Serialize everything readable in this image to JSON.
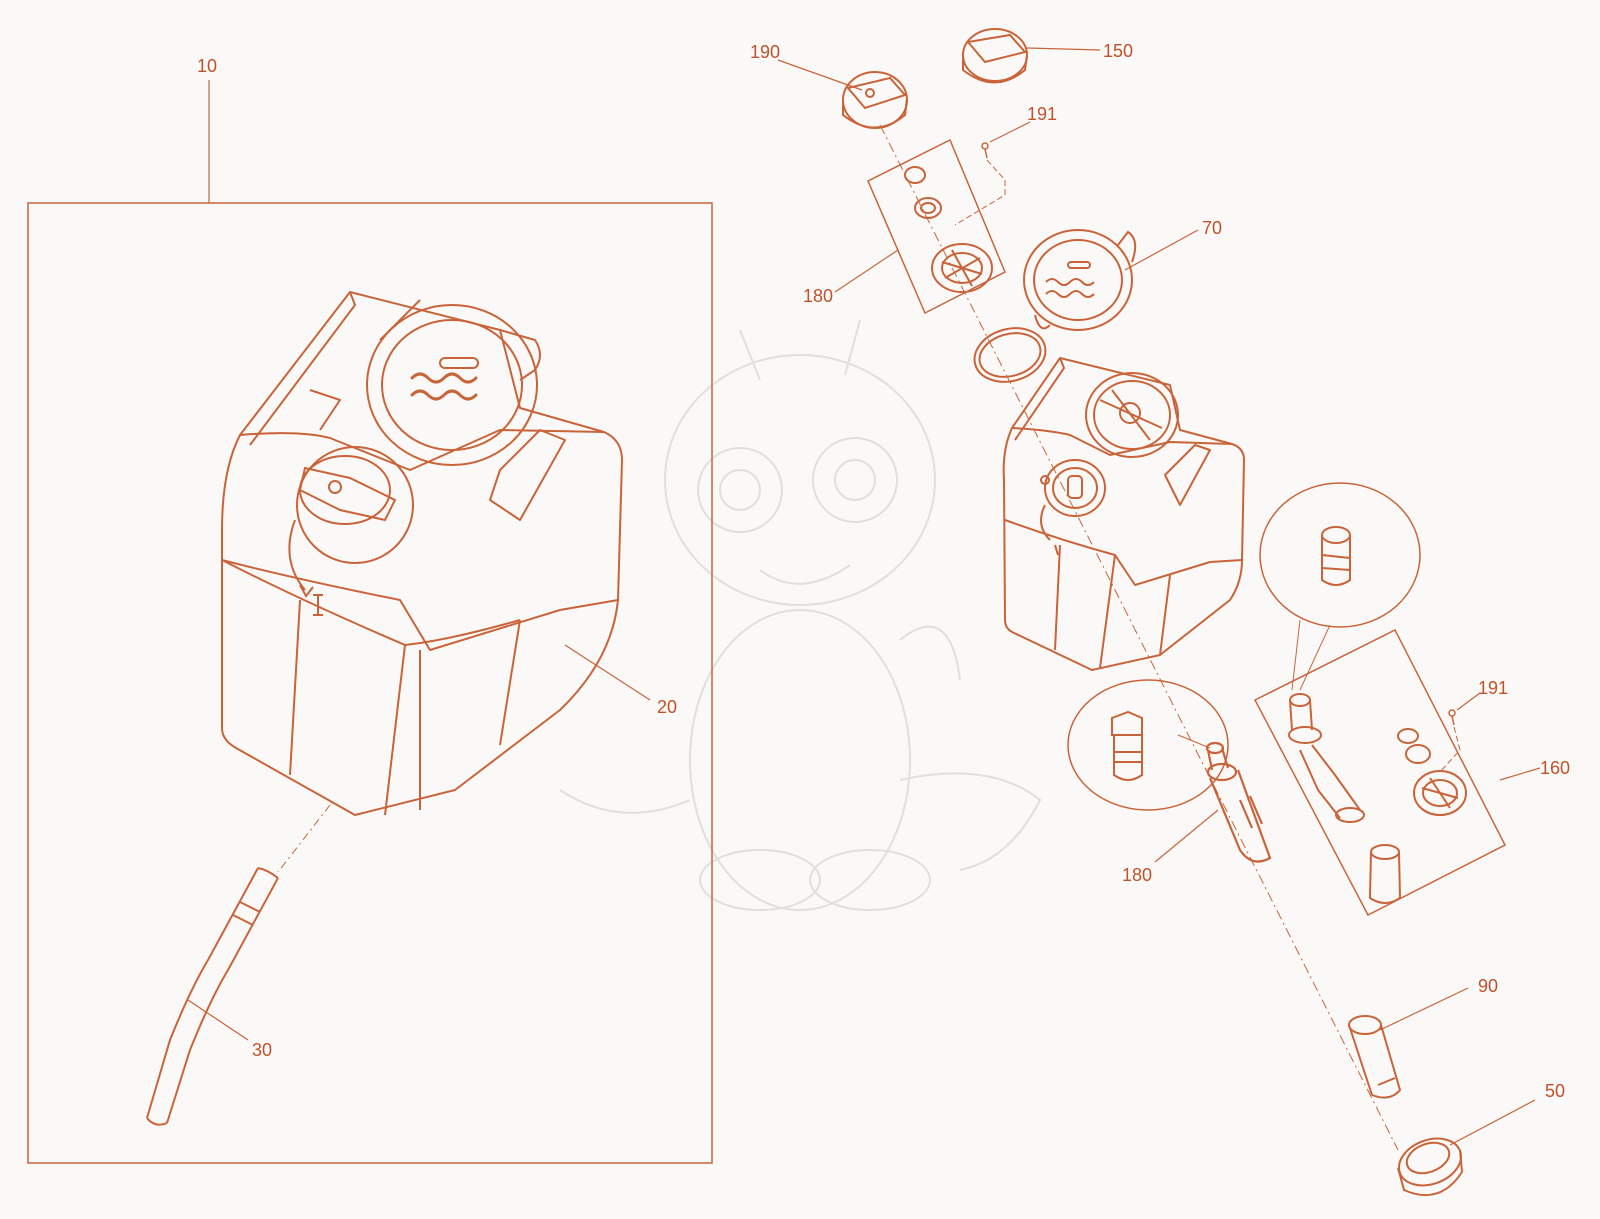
{
  "colors": {
    "line": "#c9643a",
    "label": "#c0522a",
    "background": "#fbf9f7",
    "watermark": "#e2dedb"
  },
  "icons": {
    "watermark": "dragon-watermark-icon",
    "water_level": "water-wave-icon"
  },
  "callouts": {
    "c10": "10",
    "c20": "20",
    "c30": "30",
    "c190": "190",
    "c150": "150",
    "c191_top": "191",
    "c70": "70",
    "c180_top": "180",
    "c191_mid": "191",
    "c160": "160",
    "c180_bottom": "180",
    "c90": "90",
    "c50": "50"
  }
}
